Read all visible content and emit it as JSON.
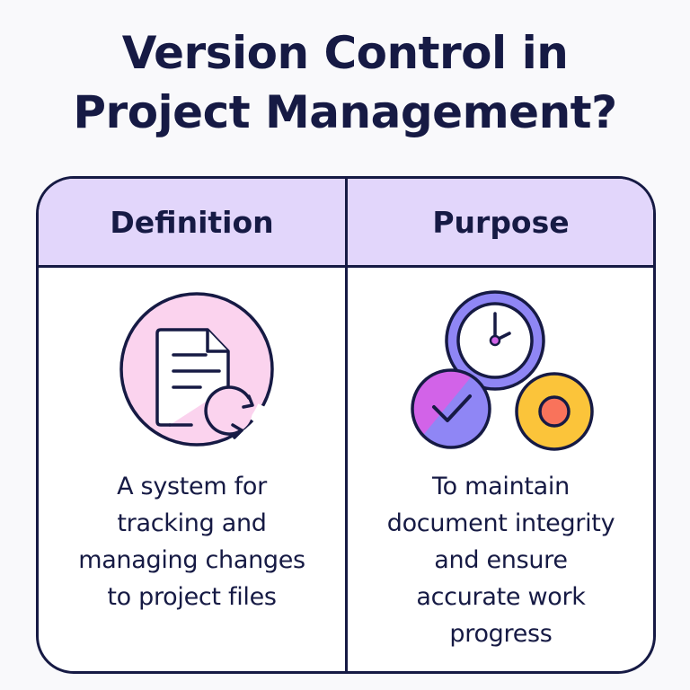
{
  "title": {
    "line1": "Version Control in",
    "line2": "Project Management?"
  },
  "table": {
    "columns": [
      {
        "header": "Definition",
        "icon": "document-refresh-icon",
        "text_lines": [
          "A system for",
          "tracking and",
          "managing changes",
          "to project files"
        ]
      },
      {
        "header": "Purpose",
        "icon": "clock-check-target-icon",
        "text_lines": [
          "To maintain",
          "document integrity",
          "and ensure",
          "accurate work",
          "progress"
        ]
      }
    ]
  },
  "colors": {
    "ink": "#161a44",
    "header_bg": "#e2d6fb",
    "pink_circle": "#fbd3ee",
    "clock_ring": "#8f86f5",
    "check_magenta": "#d263e8",
    "check_violet": "#8f86f5",
    "target_yellow": "#fbc43a",
    "target_red": "#f9735b"
  }
}
